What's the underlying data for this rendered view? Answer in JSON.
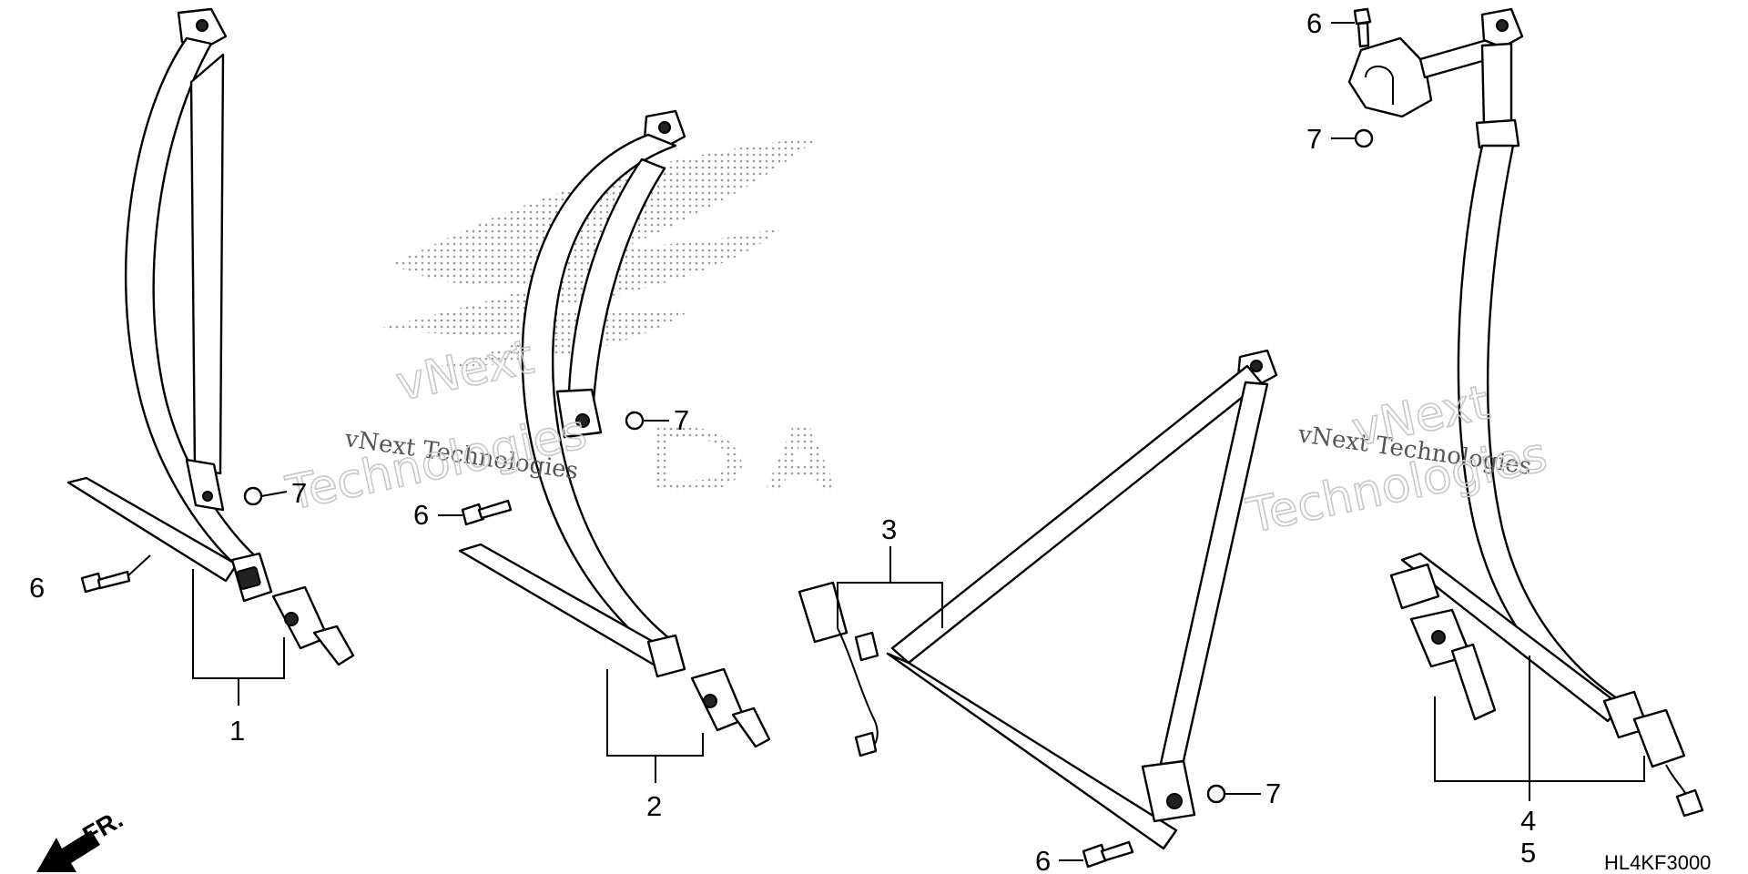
{
  "diagram": {
    "callouts": {
      "c1": "1",
      "c2": "2",
      "c3": "3",
      "c4": "4",
      "c5": "5",
      "c6a": "6",
      "c6b": "6",
      "c6c": "6",
      "c6d": "6",
      "c7a": "7",
      "c7b": "7",
      "c7c": "7",
      "c7d": "7"
    },
    "diagram_code": "HL4KF3000",
    "front_marker": "FR.",
    "watermarks": {
      "small": "vNext Technologies",
      "big_line1": "vNext",
      "big_line2": "Technologies"
    },
    "colors": {
      "line": "#000000",
      "watermark": "#c8c8c8",
      "logo_dots": "#9a9a9a"
    },
    "icons": [
      "front-direction-arrow-icon",
      "honda-wing-logo"
    ]
  }
}
